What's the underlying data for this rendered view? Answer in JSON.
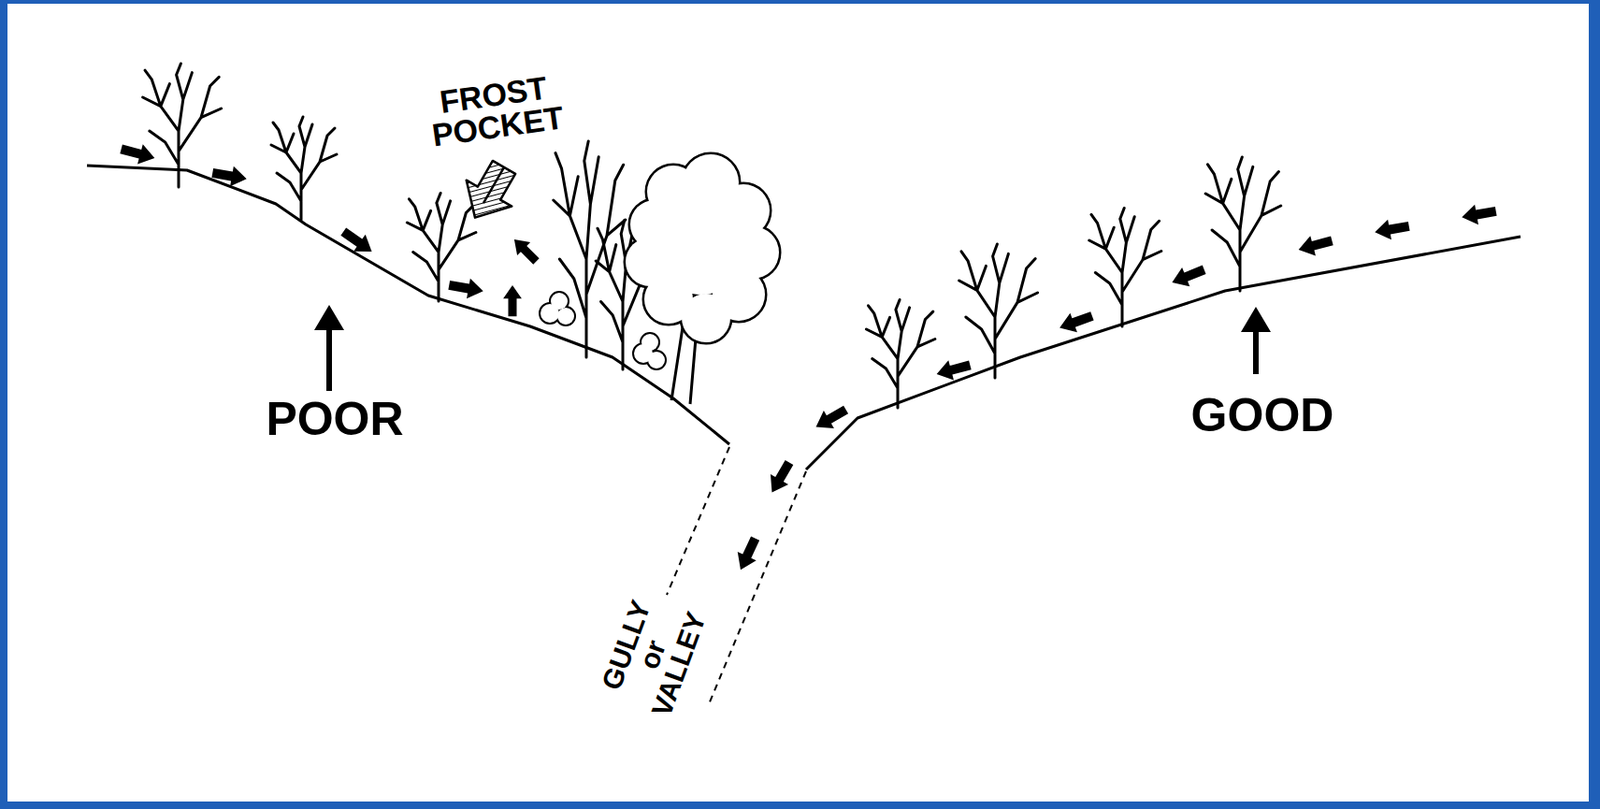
{
  "diagram": {
    "labels": [
      "FROST POCKET",
      "POOR",
      "GOOD",
      "GULLY or VALLEY"
    ]
  }
}
